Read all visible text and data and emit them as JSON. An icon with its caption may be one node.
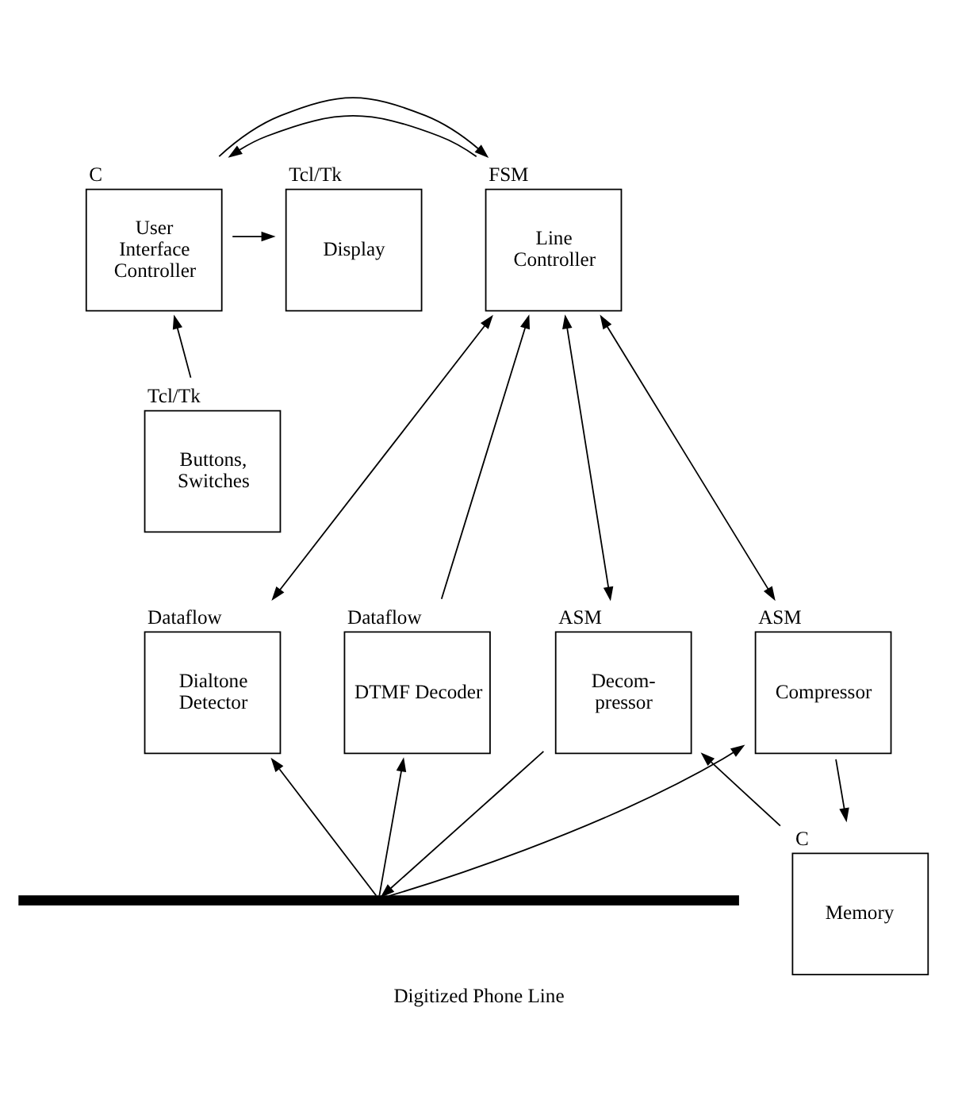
{
  "diagram": {
    "caption": "Digitized Phone Line",
    "nodes": [
      {
        "text": [
          "Display"
        ],
        "beside": [
          "Tcl/Tk"
        ]
      },
      {
        "text": [
          "Buttons, Switches"
        ],
        "beside": [
          "Tcl/Tk"
        ]
      },
      {
        "text": [
          "User Interface Controller"
        ],
        "beside": [
          "C"
        ]
      },
      {
        "text": [
          "Line Controller"
        ],
        "beside": [
          "FSM"
        ]
      },
      {
        "text": [
          "Dialtone Detector"
        ],
        "beside": [
          "Dataflow"
        ]
      },
      {
        "text": [
          "DTMF Decoder"
        ],
        "beside": [
          "Dataflow"
        ]
      },
      {
        "text": [
          "Compressor"
        ],
        "beside": [
          "ASM"
        ]
      },
      {
        "text": [
          "Decom- pressor"
        ],
        "beside": [
          "ASM"
        ]
      },
      {
        "text": [
          "Memory"
        ],
        "beside": [
          "C"
        ]
      },
      {
        "text": [],
        "shape": "bar"
      }
    ],
    "edges": [
      {
        "from": 2,
        "to": 0,
        "arrow": "to"
      },
      {
        "from": 1,
        "to": 2,
        "arrow": "to"
      },
      {
        "from": 3,
        "to": 2,
        "arrow": "to"
      },
      {
        "from": 2,
        "to": 3,
        "arrow": "to"
      },
      {
        "from": 3,
        "to": 4,
        "arrow": "both"
      },
      {
        "from": 5,
        "to": 3,
        "arrow": "to"
      },
      {
        "from": 3,
        "to": 6,
        "arrow": "both"
      },
      {
        "from": 3,
        "to": 7,
        "arrow": "both"
      },
      {
        "from": 9,
        "to": 4,
        "arrow": "to"
      },
      {
        "from": 9,
        "to": 5,
        "arrow": "to"
      },
      {
        "from": 9,
        "to": 6,
        "arrow": "to"
      },
      {
        "from": 6,
        "to": 8,
        "arrow": "to"
      },
      {
        "from": 8,
        "to": 7,
        "arrow": "to"
      },
      {
        "from": 7,
        "to": 9,
        "arrow": "to"
      }
    ]
  }
}
